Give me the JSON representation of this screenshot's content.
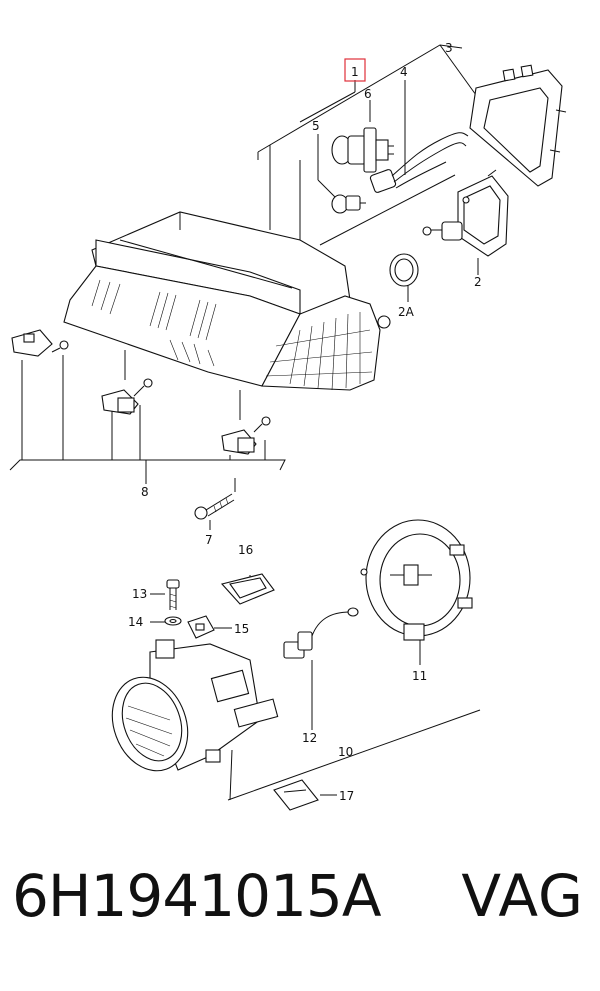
{
  "callouts": {
    "c1": "1",
    "c2": "2",
    "c2a": "2A",
    "c3": "3",
    "c4": "4",
    "c5": "5",
    "c6": "6",
    "c7": "7",
    "c8": "8",
    "c10": "10",
    "c11": "11",
    "c12": "12",
    "c13": "13",
    "c14": "14",
    "c15": "15",
    "c16": "16",
    "c17": "17"
  },
  "highlight_color": "#e0303a",
  "footer": {
    "part_number": "6H1941015A",
    "brand": "VAG"
  }
}
